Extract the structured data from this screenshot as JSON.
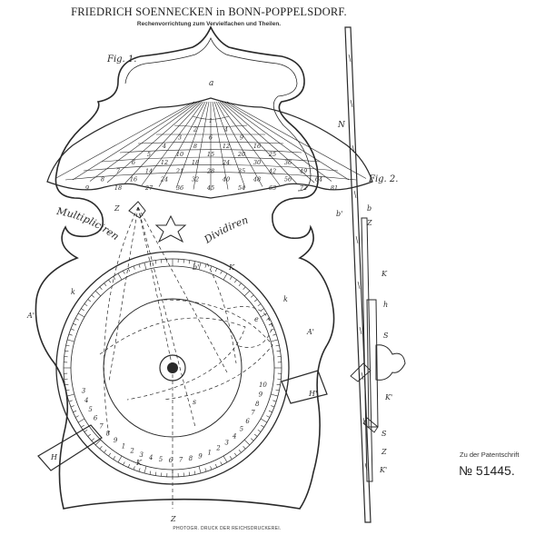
{
  "header": {
    "title": "FRIEDRICH SOENNECKEN in BONN-POPPELSDORF.",
    "subtitle": "Rechenvorrichtung zum Vervielfachen und Theilen."
  },
  "figures": {
    "fig1_label": "Fig. 1.",
    "fig2_label": "Fig. 2."
  },
  "panel": {
    "curved_labels": {
      "multiply": "Multipliciren",
      "divide": "Dividiren"
    }
  },
  "ref_letters": {
    "a": "a",
    "n": "N",
    "z": "Z",
    "z_bottom": "Z",
    "b_prime": "b'",
    "k": "K",
    "k_lower": "k",
    "k_right": "k",
    "a_prime_left": "A'",
    "a_prime_right": "A'",
    "h": "H",
    "h_prime": "H'",
    "k_bottom": "K",
    "s": "s",
    "e": "e",
    "fig2_b_prime": "b'",
    "fig2_b": "b",
    "fig2_z": "Z",
    "fig2_k": "K",
    "fig2_h": "h",
    "fig2_s": "S",
    "fig2_k_prime": "K'",
    "fig2_s_low": "S",
    "fig2_z_low": "Z",
    "fig2_k_low": "K'"
  },
  "footer": {
    "printer": "PHOTOGR. DRUCK DER REICHSDRUCKEREI.",
    "patent_label": "Zu der Patentschrift",
    "patent_number": "№ 51445."
  },
  "colors": {
    "ink": "#2a2a2a",
    "paper": "#ffffff"
  }
}
